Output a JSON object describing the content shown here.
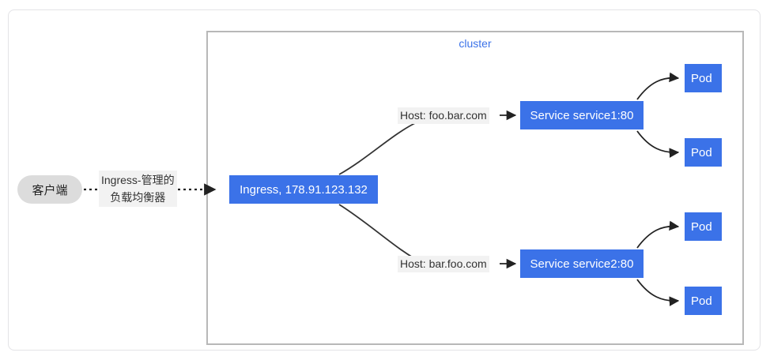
{
  "diagram": {
    "cluster_label": "cluster",
    "colors": {
      "node_blue": "#3b72e8",
      "client_gray": "#dcdcdc",
      "cluster_border": "#b8b8b8",
      "label_bg": "#f2f2f2",
      "edge_stroke": "#333333",
      "frame_border": "#e3e3e6"
    },
    "client": {
      "label": "客户端"
    },
    "ingress": {
      "label": "Ingress, 178.91.123.132",
      "incoming_edge_label_line1": "Ingress-管理的",
      "incoming_edge_label_line2": "负载均衡器"
    },
    "routes": [
      {
        "host_label": "Host: foo.bar.com",
        "service_label": "Service service1:80",
        "pods": [
          "Pod",
          "Pod"
        ]
      },
      {
        "host_label": "Host: bar.foo.com",
        "service_label": "Service service2:80",
        "pods": [
          "Pod",
          "Pod"
        ]
      }
    ],
    "pods": [
      {
        "label": "Pod"
      },
      {
        "label": "Pod"
      },
      {
        "label": "Pod"
      },
      {
        "label": "Pod"
      }
    ]
  }
}
